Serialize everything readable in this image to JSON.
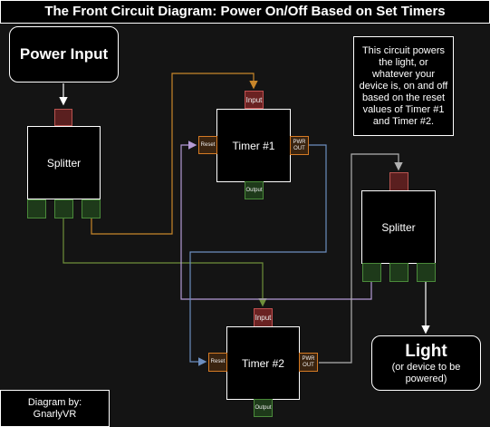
{
  "title": "The Front Circuit Diagram: Power On/Off Based on Set Timers",
  "power_input": {
    "label": "Power Input"
  },
  "splitter1": {
    "label": "Splitter"
  },
  "splitter2": {
    "label": "Splitter"
  },
  "timer1": {
    "label": "Timer #1",
    "input": "Input",
    "reset": "Reset",
    "pwr_out": "PWR OUT",
    "output": "Output"
  },
  "timer2": {
    "label": "Timer #2",
    "input": "Input",
    "reset": "Reset",
    "pwr_out": "PWR OUT",
    "output": "Output"
  },
  "note": "This circuit powers the light, or whatever your device is, on and off based on the reset values of Timer #1 and Timer #2.",
  "light": {
    "label": "Light",
    "sublabel": "(or device to be powered)"
  },
  "credit": {
    "line1": "Diagram by:",
    "line2": "GnarlyVR"
  },
  "colors": {
    "wire_white": "#ffffff",
    "wire_orange": "#c8862a",
    "wire_green": "#6f8f3a",
    "wire_purple": "#b59bd6",
    "wire_blue": "#6c8ebf",
    "wire_gray": "#b0b0b0"
  }
}
